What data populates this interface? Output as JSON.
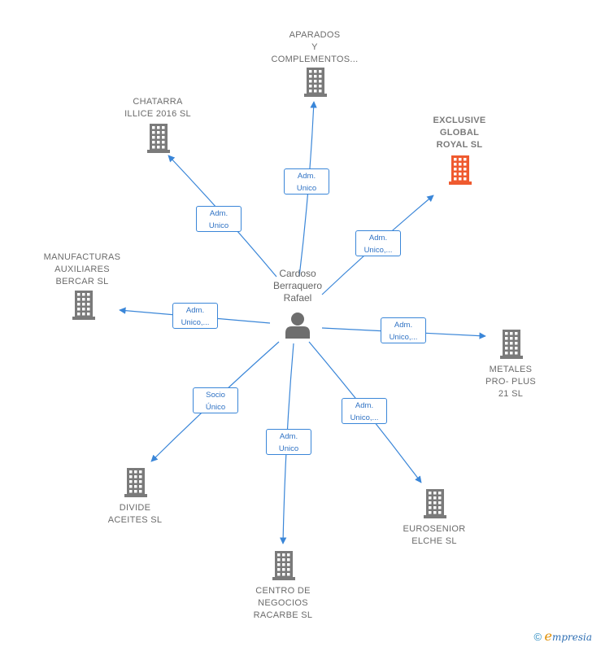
{
  "center": {
    "name": "Cardoso\nBerraquero\nRafael"
  },
  "colors": {
    "edge": "#3a86d8",
    "building": "#7a7a7a",
    "highlight": "#ef5a2f"
  },
  "companies": [
    {
      "id": "aparados",
      "label": "APARADOS\nY\nCOMPLEMENTOS...",
      "role": "Adm.\nUnico",
      "highlight": false
    },
    {
      "id": "exclusive",
      "label": "EXCLUSIVE\nGLOBAL\nROYAL  SL",
      "role": "Adm.\nUnico,...",
      "highlight": true
    },
    {
      "id": "chatarra",
      "label": "CHATARRA\nILLICE 2016  SL",
      "role": "Adm.\nUnico",
      "highlight": false
    },
    {
      "id": "manufacturas",
      "label": "MANUFACTURAS\nAUXILIARES\nBERCAR  SL",
      "role": "Adm.\nUnico,...",
      "highlight": false
    },
    {
      "id": "metales",
      "label": "METALES\nPRO- PLUS\n21  SL",
      "role": "Adm.\nUnico,...",
      "highlight": false
    },
    {
      "id": "divide",
      "label": "DIVIDE\nACEITES  SL",
      "role": "Socio\nÚnico",
      "highlight": false
    },
    {
      "id": "eurosenior",
      "label": "EUROSENIOR\nELCHE  SL",
      "role": "Adm.\nUnico,...",
      "highlight": false
    },
    {
      "id": "centro",
      "label": "CENTRO DE\nNEGOCIOS\nRACARBE SL",
      "role": "Adm.\nUnico",
      "highlight": false
    }
  ],
  "footer": {
    "copyright": "©",
    "e": "e",
    "brand": "mpresia"
  }
}
